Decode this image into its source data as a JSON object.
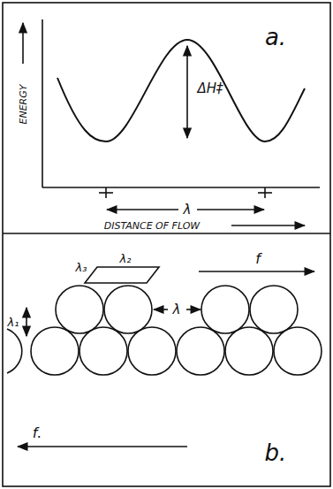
{
  "diagram": {
    "labels": [
      "a.",
      "ENERGY",
      "ΔH‡",
      "λ",
      "DISTANCE OF FLOW",
      "λ₃",
      "λ₂",
      "λ",
      "λ₁",
      "f",
      "f.",
      "b."
    ]
  }
}
